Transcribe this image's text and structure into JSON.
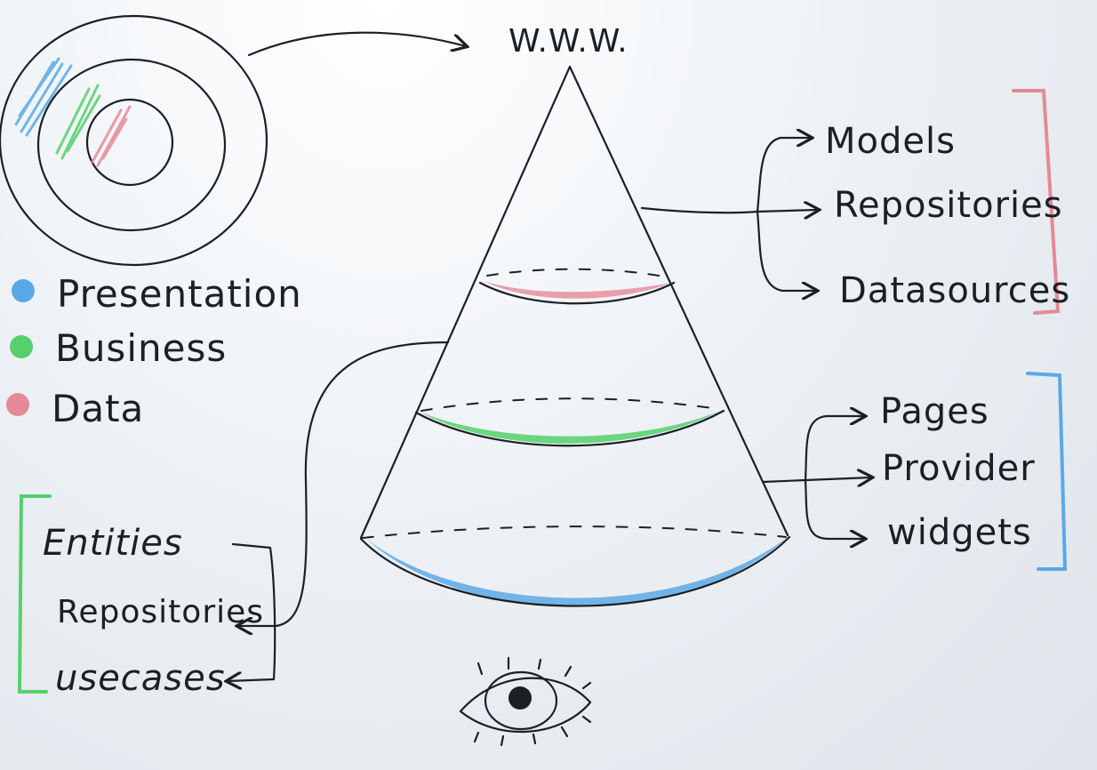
{
  "top_label": "W.W.W.",
  "legend": [
    {
      "label": "Presentation",
      "color": "#5aa9e6"
    },
    {
      "label": "Business",
      "color": "#55d06a"
    },
    {
      "label": "Data",
      "color": "#e58a96"
    }
  ],
  "data_layer_items": [
    "Models",
    "Repositories",
    "Datasources"
  ],
  "presentation_layer_items": [
    "Pages",
    "Provider",
    "widgets"
  ],
  "business_layer_items": [
    "Entities",
    "Repositories",
    "usecases"
  ],
  "colors": {
    "ink": "#1c1f24",
    "data": "#e58a96",
    "business": "#55d06a",
    "presentation": "#5aa9e6"
  }
}
